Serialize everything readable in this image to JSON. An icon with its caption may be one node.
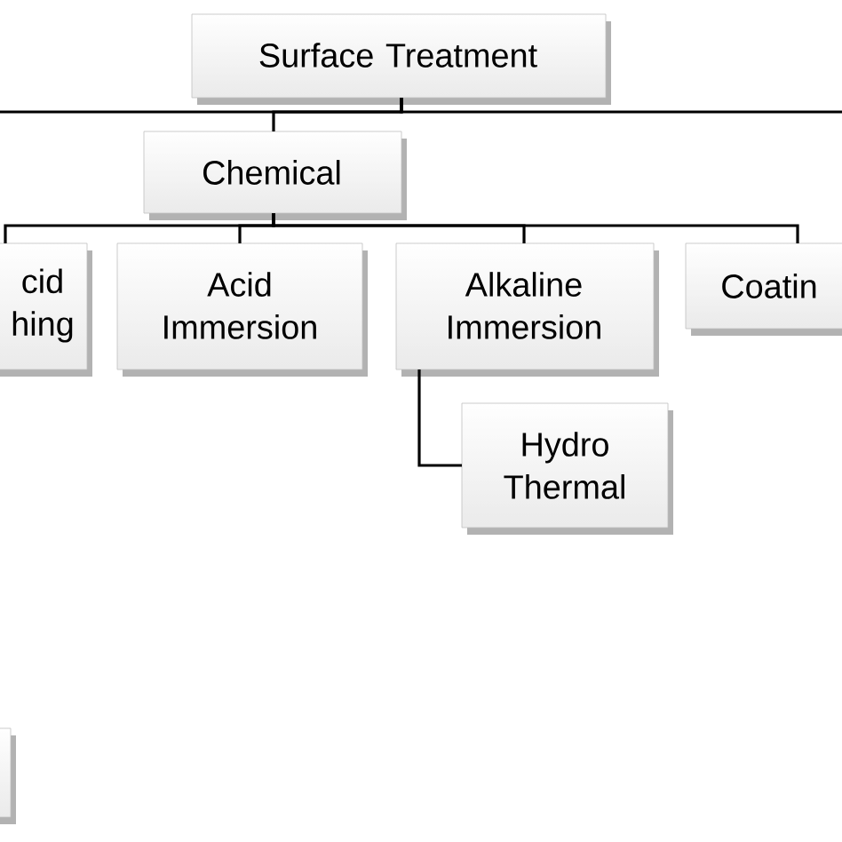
{
  "diagram": {
    "nodes": [
      {
        "text": [
          "Surface Treatment"
        ]
      },
      {
        "text": [
          "Chemical"
        ]
      },
      {
        "text": [
          "cid hing"
        ]
      },
      {
        "text": [
          "Acid Immersion"
        ]
      },
      {
        "text": [
          "Alkaline Immersion"
        ]
      },
      {
        "text": [
          "Coatin"
        ]
      },
      {
        "text": [
          "Hydro Thermal"
        ]
      },
      {
        "text": [],
        "shape": "box"
      }
    ],
    "edges": [
      {
        "from": 0,
        "to": 1,
        "arrow": "none"
      },
      {
        "from": 0,
        "to": null,
        "arrow": "none"
      },
      {
        "from": 0,
        "to": null,
        "arrow": "none"
      },
      {
        "from": 1,
        "to": 2,
        "arrow": "none"
      },
      {
        "from": 1,
        "to": 3,
        "arrow": "none"
      },
      {
        "from": 1,
        "to": 4,
        "arrow": "none"
      },
      {
        "from": 1,
        "to": 5,
        "arrow": "none"
      },
      {
        "from": 4,
        "to": 6,
        "arrow": "none"
      }
    ]
  }
}
